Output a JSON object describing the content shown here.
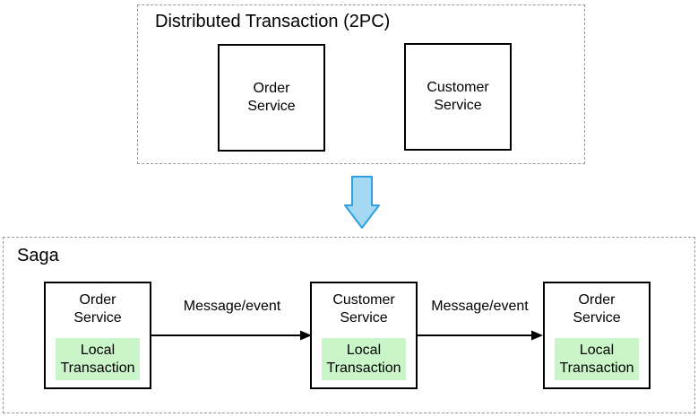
{
  "top_group": {
    "title": "Distributed Transaction (2PC)",
    "nodes": [
      {
        "label": "Order\nService"
      },
      {
        "label": "Customer\nService"
      }
    ]
  },
  "transform_arrow": {
    "direction": "down"
  },
  "bottom_group": {
    "title": "Saga",
    "nodes": [
      {
        "label": "Order\nService",
        "sub_label": "Local\nTransaction"
      },
      {
        "label": "Customer\nService",
        "sub_label": "Local\nTransaction"
      },
      {
        "label": "Order\nService",
        "sub_label": "Local\nTransaction"
      }
    ],
    "edges": [
      {
        "label": "Message/event"
      },
      {
        "label": "Message/event"
      }
    ]
  },
  "colors": {
    "local_transaction_fill": "#c9f5c9",
    "down_arrow_fill": "#a5d8f2",
    "down_arrow_stroke": "#2e9fe0",
    "dashed_border": "#999999",
    "node_border": "#000000",
    "edge_color": "#000000"
  }
}
